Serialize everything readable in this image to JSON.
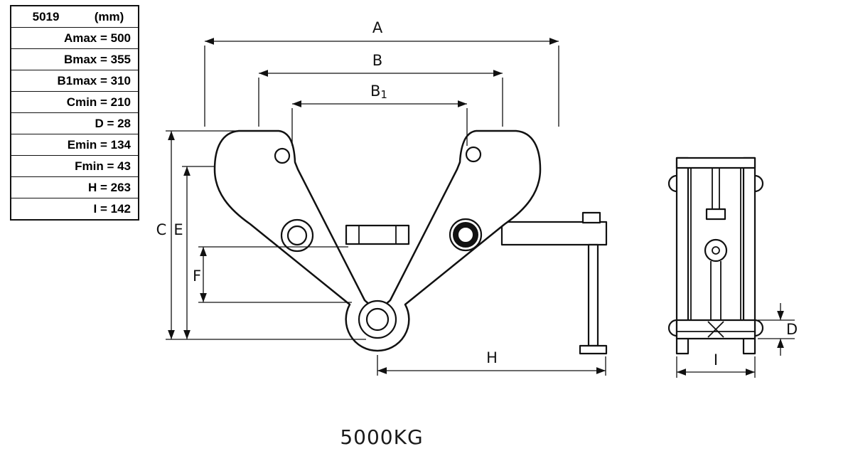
{
  "table": {
    "model": "5019",
    "unit": "(mm)",
    "rows": [
      "Amax = 500",
      "Bmax = 355",
      "B1max = 310",
      "Cmin = 210",
      "D = 28",
      "Emin = 134",
      "Fmin = 43",
      "H = 263",
      "I = 142"
    ]
  },
  "dimensions": {
    "A": "A",
    "B": "B",
    "B1_main": "B",
    "B1_sub": "1",
    "C": "C",
    "E": "E",
    "F": "F",
    "H": "H",
    "D": "D",
    "I": "I"
  },
  "capacity": "5000KG"
}
